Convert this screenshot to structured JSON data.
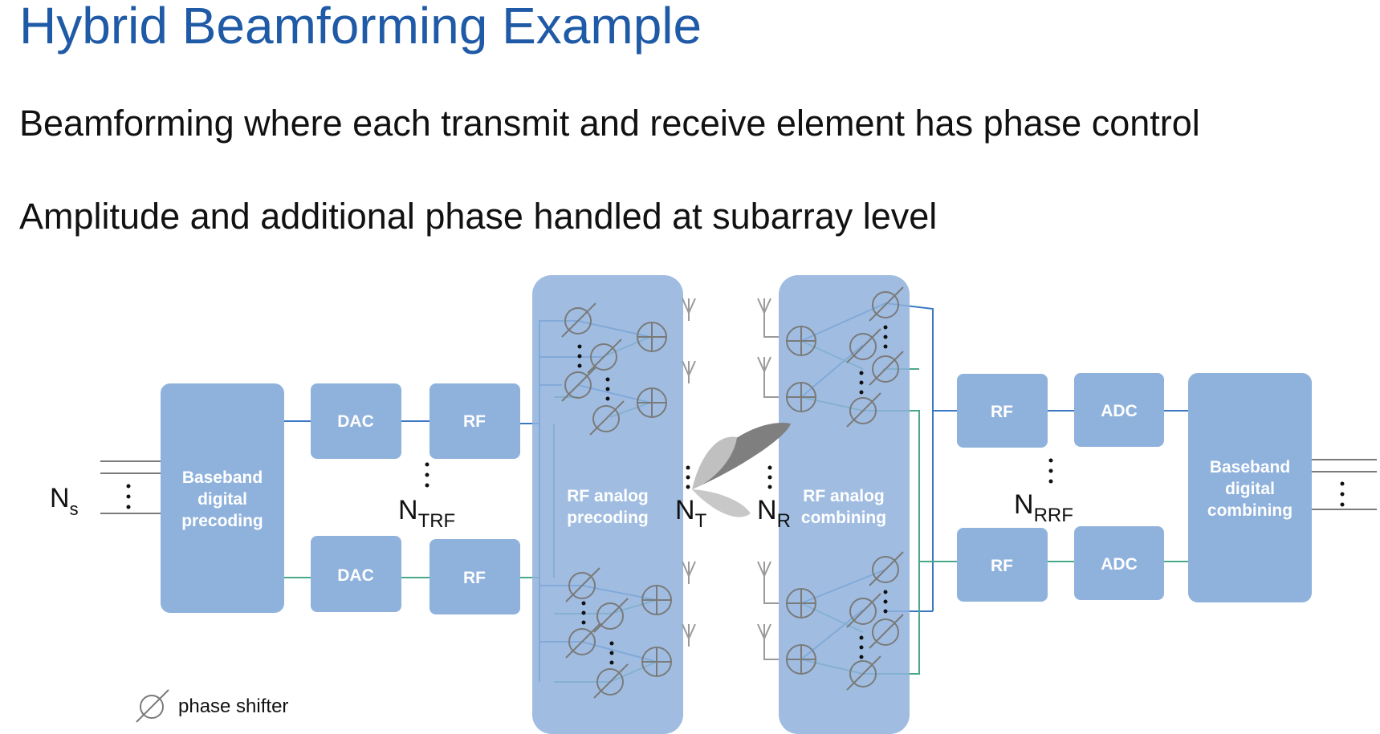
{
  "slide": {
    "title": "Hybrid Beamforming Example",
    "bullets": [
      "Beamforming where each transmit and receive element has phase control",
      "Amplitude and additional phase handled at subarray level"
    ]
  },
  "diagram": {
    "blocks": {
      "baseband_precoding": [
        "Baseband",
        "digital",
        "precoding"
      ],
      "dac": "DAC",
      "rf": "RF",
      "rf_analog_precoding": [
        "RF analog",
        "precoding"
      ],
      "rf_analog_combining": [
        "RF analog",
        "combining"
      ],
      "adc": "ADC",
      "baseband_combining": [
        "Baseband",
        "digital",
        "combining"
      ]
    },
    "labels": {
      "ns_main": "N",
      "ns_sub": "s",
      "ntrf_main": "N",
      "ntrf_sub": "TRF",
      "nt_main": "N",
      "nt_sub": "T",
      "nr_main": "N",
      "nr_sub": "R",
      "nrrf_main": "N",
      "nrrf_sub": "RRF"
    },
    "legend": {
      "symbol": "phase-shifter-icon",
      "text": "phase shifter"
    },
    "colors": {
      "block": "#8fb2dc",
      "title": "#1f5aa6",
      "line_blue": "#3b78c4",
      "line_green": "#4aa88a"
    }
  }
}
